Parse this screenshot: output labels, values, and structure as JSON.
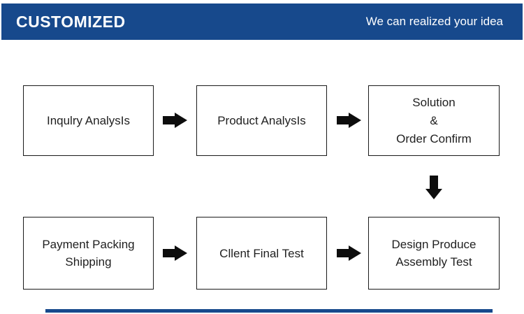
{
  "header": {
    "title": "CUSTOMIZED",
    "tagline": "We can realized your idea",
    "bg_color": "#17498c",
    "text_color": "#ffffff"
  },
  "flowchart": {
    "box_border_color": "#1a1a1a",
    "box_text_color": "#1f1f1f",
    "arrow_color": "#0d0d0d",
    "boxes": [
      {
        "id": "inquiry-analysis",
        "lines": [
          "Inqulry AnalysIs"
        ]
      },
      {
        "id": "product-analysis",
        "lines": [
          "Product AnalysIs"
        ]
      },
      {
        "id": "solution-order-confirm",
        "lines": [
          "Solution",
          "&",
          "Order Confirm"
        ]
      },
      {
        "id": "payment-packing-shipping",
        "lines": [
          "Payment Packing",
          "Shipping"
        ]
      },
      {
        "id": "client-final-test",
        "lines": [
          "Cllent Final Test"
        ]
      },
      {
        "id": "design-produce-assembly-test",
        "lines": [
          "Design Produce",
          "Assembly Test"
        ]
      }
    ],
    "flow_order": [
      "inquiry-analysis",
      "product-analysis",
      "solution-order-confirm",
      "payment-packing-shipping",
      "client-final-test",
      "design-produce-assembly-test"
    ]
  },
  "footer": {
    "strip_color": "#17498c"
  }
}
